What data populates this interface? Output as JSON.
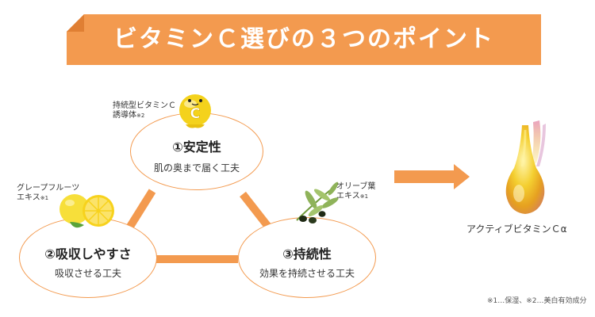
{
  "banner": {
    "title": "ビタミンＣ選びの３つのポイント"
  },
  "points": [
    {
      "title": "①安定性",
      "subtitle": "肌の奥まで届く工夫"
    },
    {
      "title": "②吸収しやすさ",
      "subtitle": "吸収させる工夫"
    },
    {
      "title": "③持続性",
      "subtitle": "効果を持続させる工夫"
    }
  ],
  "ingredients": [
    {
      "line1": "持続型ビタミンＣ",
      "line2": "誘導体",
      "note": "※2"
    },
    {
      "line1": "グレープフルーツ",
      "line2": "エキス",
      "note": "※1"
    },
    {
      "line1": "オリーブ葉",
      "line2": "エキス",
      "note": "※1"
    }
  ],
  "mascot_letter": "C",
  "result_label": "アクティブビタミンＣα",
  "footnote": "※1…保湿、※2…美白有効成分",
  "colors": {
    "accent": "#f39a4f",
    "yellow": "#f4d21c",
    "olive": "#6f9a3a"
  },
  "icons": [
    "vitamin-c-mascot-icon",
    "grapefruit-icon",
    "olive-branch-icon",
    "arrow-right-icon",
    "serum-drop-icon"
  ]
}
